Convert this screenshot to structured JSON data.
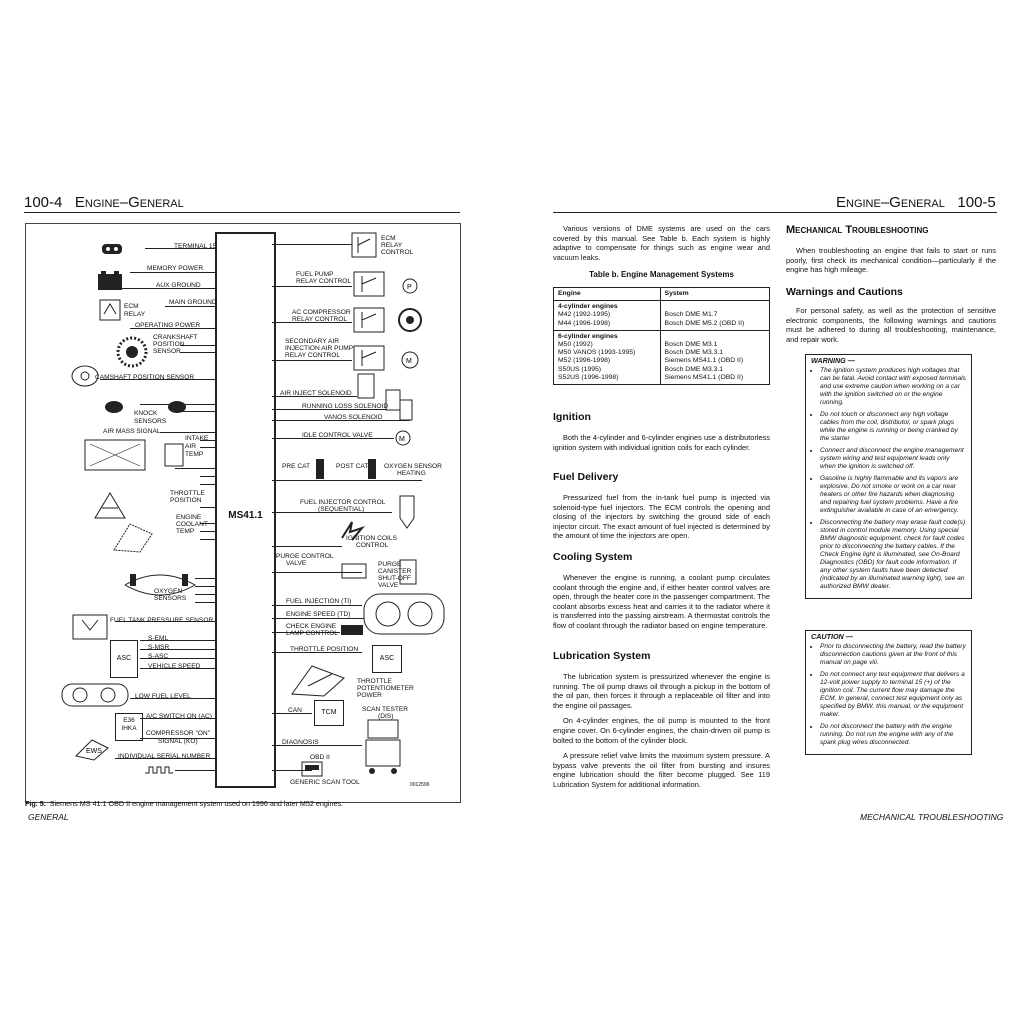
{
  "left_page": {
    "header_num": "100-4",
    "header_title": "Engine–General",
    "footer": "GENERAL",
    "fig_label": "Fig. 5.",
    "fig_caption": "Siemens MS 41.1 OBD II engine management system used on 1996 and later M52 engines.",
    "diagram": {
      "ecu": "MS41.1",
      "code": "0012596",
      "left_labels": [
        "TERMINAL 15",
        "MEMORY POWER",
        "AUX GROUND",
        "MAIN GROUND",
        "ECM",
        "RELAY",
        "OPERATING POWER",
        "CRANKSHAFT",
        "POSITION",
        "SENSOR",
        "CAMSHAFT POSITION SENSOR",
        "KNOCK",
        "SENSORS",
        "AIR MASS SIGNAL",
        "INTAKE",
        "AIR",
        "TEMP",
        "THROTTLE",
        "POSITION",
        "ENGINE",
        "COOLANT",
        "TEMP",
        "OXYGEN",
        "SENSORS",
        "FUEL TANK PRESSURE SENSOR",
        "S-EML",
        "S-MSR",
        "S-ASC",
        "VEHICLE SPEED",
        "ASC",
        "LOW FUEL LEVEL",
        "E36",
        "IHKA",
        "A/C SWITCH ON (AC)",
        "COMPRESSOR \"ON\"",
        "SIGNAL (KO)",
        "INDIVIDUAL SERIAL NUMBER",
        "EWS"
      ],
      "right_labels": [
        "ECM",
        "RELAY",
        "CONTROL",
        "FUEL PUMP",
        "RELAY CONTROL",
        "AC COMPRESSOR",
        "RELAY CONTROL",
        "SECONDARY AIR",
        "INJECTION AIR PUMP",
        "RELAY CONTROL",
        "AIR INJECT SOLENOID",
        "RUNNING LOSS SOLENOID",
        "VANOS SOLENOID",
        "IDLE CONTROL VALVE",
        "PRE CAT",
        "POST CAT",
        "OXYGEN SENSOR",
        "HEATING",
        "FUEL INJECTOR CONTROL",
        "(SEQUENTIAL)",
        "IGNITION COILS",
        "CONTROL",
        "PURGE CONTROL",
        "VALVE",
        "PURGE",
        "CANISTER",
        "SHUT-OFF",
        "VALVE",
        "FUEL INJECTION (TI)",
        "ENGINE SPEED (TD)",
        "CHECK ENGINE",
        "LAMP CONTROL",
        "THROTTLE POSITION",
        "ASC",
        "THROTTLE",
        "POTENTIOMETER",
        "POWER",
        "CAN",
        "TCM",
        "SCAN TESTER",
        "(DIS)",
        "DIAGNOSIS",
        "OBD II",
        "GENERIC SCAN TOOL",
        "P",
        "M"
      ]
    }
  },
  "right_page": {
    "header_title": "Engine–General",
    "header_num": "100-5",
    "footer": "MECHANICAL TROUBLESHOOTING",
    "intro_p": "Various versions of DME systems are used on the cars covered by this manual. See Table b. Each system is highly adaptive to compensate for things such as engine wear and vacuum leaks.",
    "table_title": "Table b. Engine Management Systems",
    "table_headers": [
      "Engine",
      "System"
    ],
    "table_group1": {
      "heading": "4-cylinder engines",
      "engines": [
        "M42 (1992-1995)",
        "M44 (1996-1998)"
      ],
      "systems": [
        "Bosch DME M1.7",
        "Bosch DME M5.2 (OBD II)"
      ]
    },
    "table_group2": {
      "heading": "6-cylinder engines",
      "engines": [
        "M50 (1992)",
        "M50 VANOS (1993-1995)",
        "M52 (1996-1998)",
        "S50US (1995)",
        "S52US (1996-1998)"
      ],
      "systems": [
        "Bosch DME M3.1",
        "Bosch DME M3.3.1",
        "Siemens MS41.1 (OBD II)",
        "Bosch DME M3.3.1",
        "Siemens MS41.1 (OBD II)"
      ]
    },
    "ignition_h": "Ignition",
    "ignition_p": "Both the 4-cylinder and 6-cylinder engines use a distributorless ignition system with individual ignition coils for each cylinder.",
    "fuel_h": "Fuel Delivery",
    "fuel_p": "Pressurized fuel from the in-tank fuel pump is injected via solenoid-type fuel injectors. The ECM controls the opening and closing of the injectors by switching the ground side of each injector circuit. The exact amount of fuel injected is determined by the amount of time the injectors are open.",
    "cooling_h": "Cooling System",
    "cooling_p": "Whenever the engine is running, a coolant pump circulates coolant through the engine and, if either heater control valves are open, through the heater core in the passenger compartment. The coolant absorbs excess heat and carries it to the radiator where it is transferred into the passing airstream. A thermostat controls the flow of coolant through the radiator based on engine temperature.",
    "lube_h": "Lubrication System",
    "lube_p1": "The lubrication system is pressurized whenever the engine is running. The oil pump draws oil through a pickup in the bottom of the oil pan, then forces it through a replaceable oil filter and into the engine oil passages.",
    "lube_p2": "On 4-cylinder engines, the oil pump is mounted to the front engine cover. On 6-cylinder engines, the chain-driven oil pump is bolted to the bottom of the cylinder block.",
    "lube_p3": "A pressure relief valve limits the maximum system pressure. A bypass valve prevents the oil filter from bursting and insures engine lubrication should the filter become plugged. See 119 Lubrication System for additional information.",
    "mech_h": "Mechanical Troubleshooting",
    "mech_p": "When troubleshooting an engine that fails to start or runs poorly, first check its mechanical condition—particularly if the engine has high mileage.",
    "warn_h": "Warnings and Cautions",
    "warn_p": "For personal safety, as well as the protection of sensitive electronic components, the following warnings and cautions must be adhered to during all troubleshooting, maintenance, and repair work.",
    "warning_title": "WARNING —",
    "warnings": [
      "The ignition system produces high voltages that can be fatal. Avoid contact with exposed terminals and use extreme caution when working on a car with the ignition switched on or the engine running.",
      "Do not touch or disconnect any high voltage cables from the coil, distributor, or spark plugs while the engine is running or being cranked by the starter",
      "Connect and disconnect the engine management system wiring and test equipment leads only when the ignition is switched off.",
      "Gasoline is highly flammable and its vapors are explosive. Do not smoke or work on a car near heaters or other fire hazards when diagnosing and repairing fuel system problems. Have a fire extinguisher available in case of an emergency.",
      "Disconnecting the battery may erase fault code(s) stored in control module memory. Using special BMW diagnostic equipment, check for fault codes prior to disconnecting the battery cables. If the Check Engine light is illuminated, see On-Board Diagnostics (OBD) for fault code information. If any other system faults have been detected (indicated by an illuminated warning light), see an authorized BMW dealer."
    ],
    "caution_title": "CAUTION —",
    "cautions": [
      "Prior to disconnecting the battery, read the battery disconnection cautions given at the front of this manual on page viii.",
      "Do not connect any test equipment that delivers a 12-volt power supply to terminal 15 (+) of the ignition coil. The current flow may damage the ECM. In general, connect test equipment only as specified by BMW, this manual, or the equipment maker.",
      "Do not disconnect the battery with the engine running. Do not run the engine with any of the spark plug wires disconnected."
    ]
  }
}
